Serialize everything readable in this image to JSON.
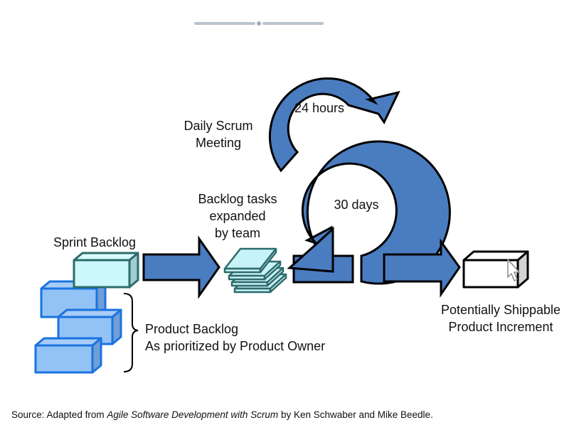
{
  "diagram": {
    "title": "Scrum Process",
    "colors": {
      "arrow_fill": "#4a7cc0",
      "outline": "#000000",
      "sprint_box_fill": "#ccf7fb",
      "sprint_box_stroke": "#2e6b6b",
      "product_box_fill": "#93c2f5",
      "product_box_stroke": "#1a73e0",
      "task_fill": "#c7f2f7",
      "task_stroke": "#2e6b6b",
      "increment_fill": "#ffffff"
    },
    "labels": {
      "daily_scrum_line1": "Daily Scrum",
      "daily_scrum_line2": "Meeting",
      "hours": "24 hours",
      "days": "30 days",
      "tasks_line1": "Backlog tasks",
      "tasks_line2": "expanded",
      "tasks_line3": "by team",
      "sprint_backlog": "Sprint Backlog",
      "product_backlog_line1": "Product Backlog",
      "product_backlog_line2": "As prioritized by Product Owner",
      "increment_line1": "Potentially Shippable",
      "increment_line2": "Product Increment"
    },
    "source": {
      "prefix": "Source: Adapted from ",
      "book": "Agile Software Development with Scrum",
      "suffix": " by Ken Schwaber and Mike Beedle."
    },
    "icons": {
      "cursor": "mouse-pointer-icon"
    }
  }
}
